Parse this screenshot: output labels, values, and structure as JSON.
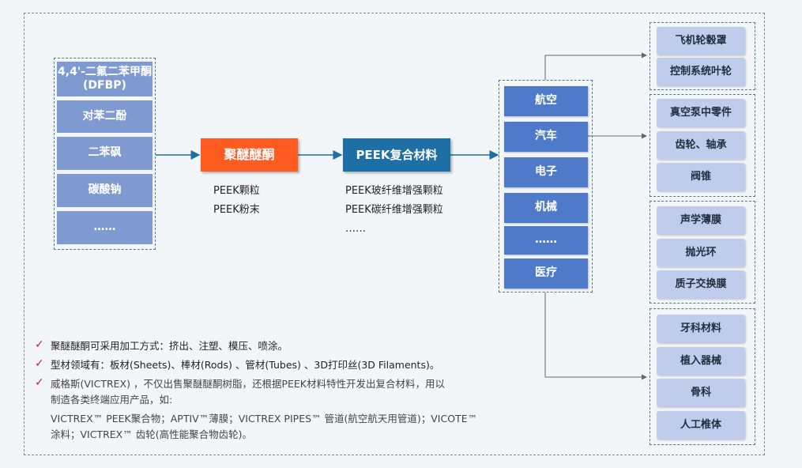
{
  "raw_materials": [
    "4,4'-二氟二苯甲酮(DFBP)",
    "对苯二酚",
    "二苯砜",
    "碳酸钠",
    "……"
  ],
  "peek": {
    "label": "聚醚醚酮",
    "products": [
      "PEEK颗粒",
      "PEEK粉末"
    ]
  },
  "composite": {
    "label": "PEEK复合材料",
    "products": [
      "PEEK玻纤维增强颗粒",
      "PEEK碳纤维增强颗粒",
      "……"
    ]
  },
  "industries": [
    "航空",
    "汽车",
    "电子",
    "机械",
    "……",
    "医疗"
  ],
  "applications": {
    "aviation": [
      "飞机轮毂罩",
      "控制系统叶轮"
    ],
    "automotive": [
      "真空泵中零件",
      "齿轮、轴承",
      "阀锥"
    ],
    "electronics": [
      "声学薄膜",
      "抛光环",
      "质子交换膜"
    ],
    "medical": [
      "牙科材料",
      "植入器械",
      "骨科",
      "人工椎体"
    ]
  },
  "notes": [
    "聚醚醚酮可采用加工方式：挤出、注塑、模压、喷涂。",
    "型材领域有：板材(Sheets)、棒材(Rods) 、管材(Tubes) 、3D打印丝(3D Filaments)。",
    "威格斯(VICTREX) ，不仅出售聚醚醚酮树脂，还根据PEEK材料特性开发出复合材料，用以",
    "制造各类终端应用产品，如:",
    "VICTREX™ PEEK聚合物；APTIV™薄膜；VICTREX PIPES™ 管道(航空航天用管道)；VICOTE™",
    "涂料；VICTREX™ 齿轮(高性能聚合物齿轮)。"
  ],
  "check_mark": "✓"
}
